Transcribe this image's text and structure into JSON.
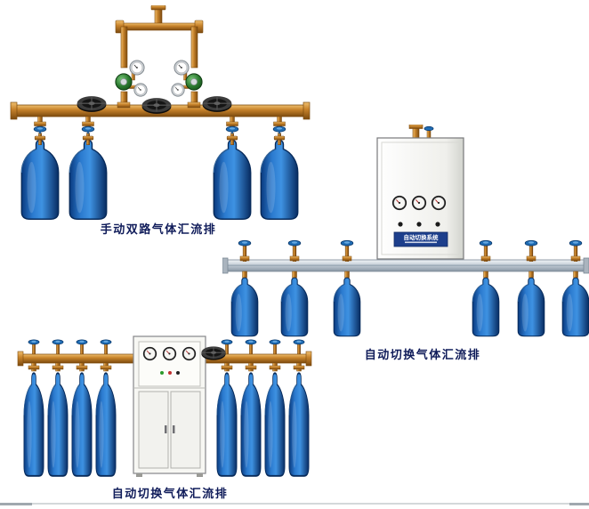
{
  "figures": {
    "manual_dual": {
      "caption": "手动双路气体汇流排"
    },
    "auto_right": {
      "caption": "自动切换气体汇流排",
      "cabinet_label": "自动切换系统"
    },
    "auto_bottom": {
      "caption": "自动切换气体汇流排"
    }
  },
  "colors": {
    "cylinder_blue": "#2b7ace",
    "brass": "#c8842c",
    "rail_silver": "#bfc9d2",
    "cabinet_white": "#f4f4f0",
    "label_plate_blue": "#1d3f8c",
    "caption_text": "#101c5a",
    "background": "#ffffff"
  }
}
